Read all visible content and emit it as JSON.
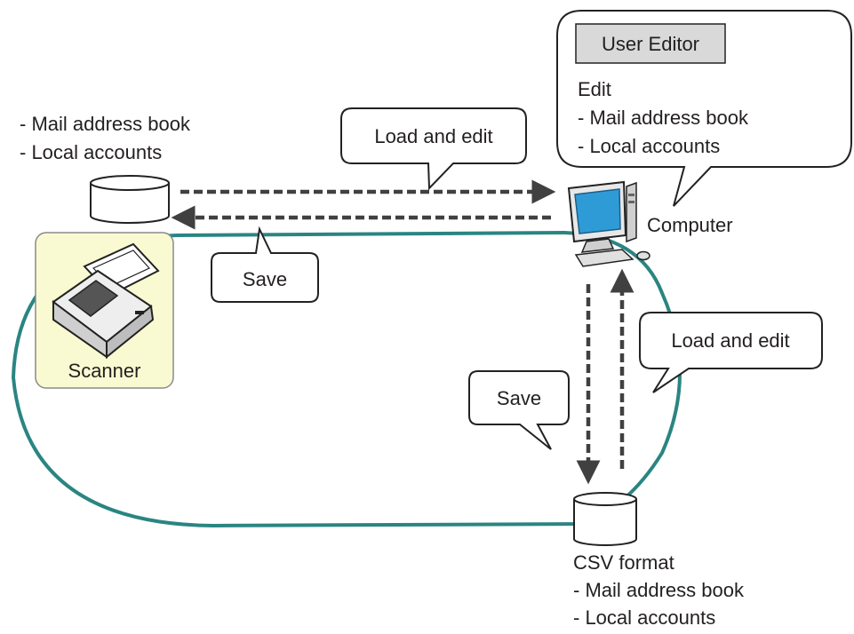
{
  "colors": {
    "loop": "#2a8582",
    "arrow": "#404040",
    "scanner_bg": "#fafad2",
    "scanner_border": "#8a8a8a",
    "title_box": "#d9d9d9",
    "text": "#231f20"
  },
  "icons": [
    "scanner-icon",
    "computer-icon",
    "database-icon"
  ],
  "scanner": {
    "label": "Scanner"
  },
  "computer": {
    "label": "Computer"
  },
  "scanner_db": {
    "lines": [
      "- Mail address book",
      "- Local accounts"
    ]
  },
  "user_editor": {
    "title": "User Editor",
    "lines": [
      "Edit",
      "- Mail address book",
      "- Local accounts"
    ]
  },
  "callouts": {
    "top_load": "Load and edit",
    "top_save": "Save",
    "right_load": "Load and edit",
    "right_save": "Save"
  },
  "csv_db": {
    "lines": [
      "CSV format",
      "- Mail address book",
      "- Local accounts"
    ]
  }
}
